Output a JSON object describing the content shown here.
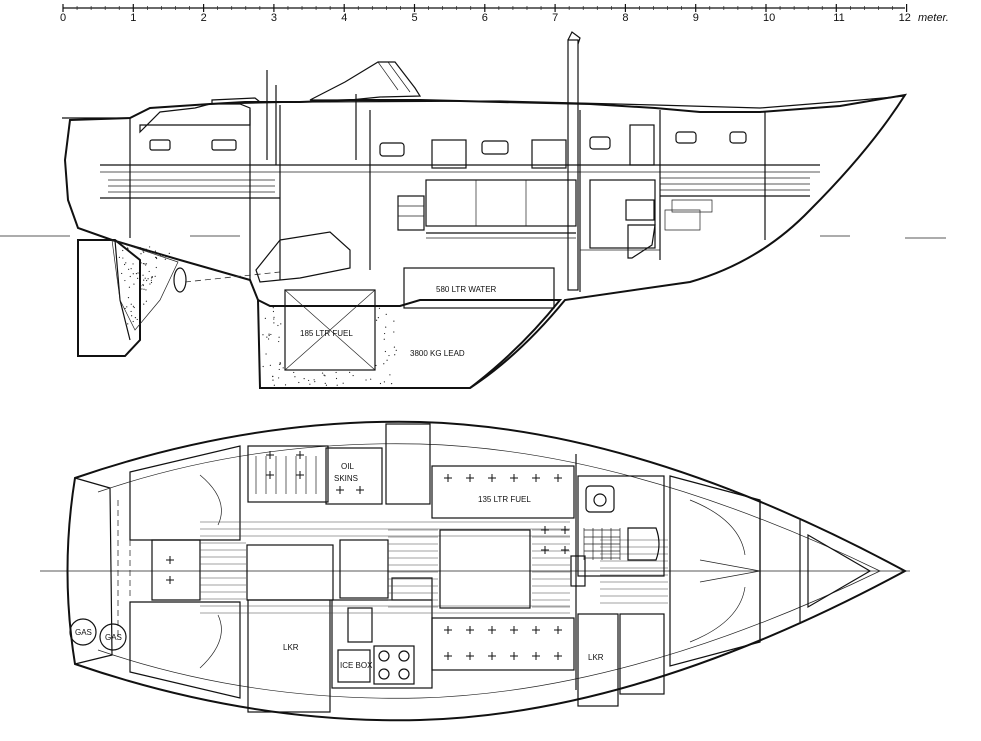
{
  "scale": {
    "ticks": [
      "0",
      "1",
      "2",
      "3",
      "4",
      "5",
      "6",
      "7",
      "8",
      "9",
      "10",
      "11",
      "12"
    ],
    "unit": "meter."
  },
  "profile": {
    "water_tank": "580 LTR WATER",
    "fuel_tank": "185 LTR FUEL",
    "ballast": "3800 KG LEAD"
  },
  "plan": {
    "oil_skins_1": "OIL",
    "oil_skins_2": "SKINS",
    "fuel_tank": "135 LTR FUEL",
    "locker_aft": "LKR",
    "locker_fwd": "LKR",
    "ice_box": "ICE BOX",
    "gas_1": "GAS",
    "gas_2": "GAS"
  },
  "colors": {
    "ink": "#111111",
    "paper": "#ffffff"
  }
}
